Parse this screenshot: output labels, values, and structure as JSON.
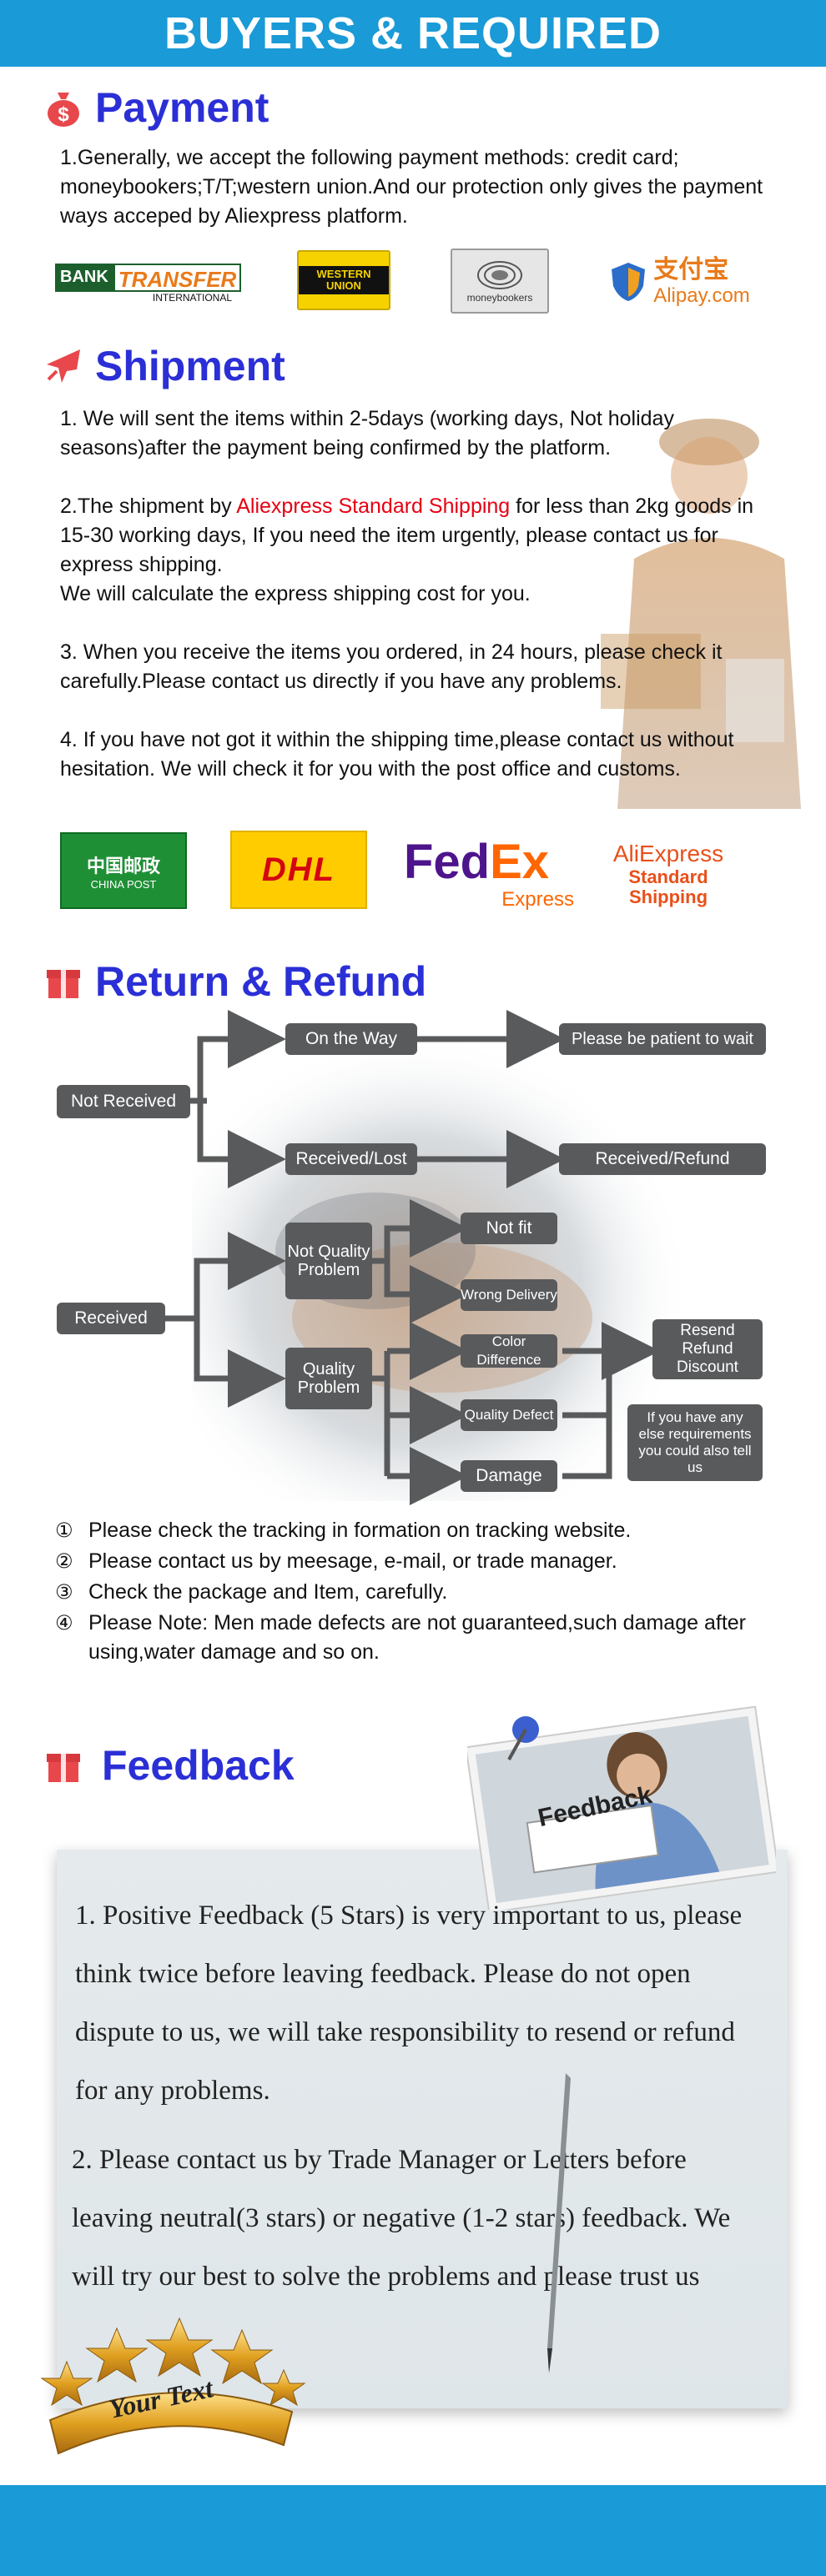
{
  "banner": {
    "title": "BUYERS & REQUIRED"
  },
  "payment": {
    "title": "Payment",
    "icon": "money-bag-icon",
    "text": "1.Generally, we accept the following payment methods: credit card; moneybookers;T/T;western union.And our protection only gives the payment ways acceped by Aliexpress platform.",
    "logos": {
      "bank_transfer": "BANK TRANSFER",
      "bank_transfer_sub": "INTERNATIONAL",
      "western_union": "WESTERN UNION",
      "moneybookers": "moneybookers",
      "alipay_cn": "支付宝",
      "alipay": "Alipay.com"
    }
  },
  "shipment": {
    "title": "Shipment",
    "icon": "airplane-icon",
    "p1": "1. We will sent the items within 2-5days (working days, Not holiday seasons)after the payment being confirmed by the platform.",
    "p2_before": "2.The shipment by ",
    "p2_highlight": "Aliexpress Standard Shipping",
    "p2_after": " for less than  2kg goods in 15-30 working days, If  you need the item urgently, please contact us for express shipping.",
    "p2_line2": "We will calculate the express shipping cost for you.",
    "p3": "3. When you receive the items you ordered, in 24 hours, please check  it carefully.Please contact us directly if you have any problems.",
    "p4": "4. If you have not got it within the shipping time,please contact us without hesitation. We will check it for you with the post office and customs.",
    "logos": {
      "china_post_cn": "中国邮政",
      "china_post": "CHINA POST",
      "dhl": "DHL",
      "fedex_fed": "Fed",
      "fedex_ex": "Ex",
      "fedex_express": "Express",
      "aliexpress": "AliExpress",
      "ali_standard": "Standard",
      "ali_shipping": "Shipping"
    }
  },
  "refund": {
    "title": "Return & Refund",
    "icon": "gift-box-icon",
    "nodes": {
      "not_received": "Not Received",
      "on_the_way": "On the Way",
      "be_patient": "Please be patient to wait",
      "received_lost": "Received/Lost",
      "received_refund": "Received/Refund",
      "received": "Received",
      "not_quality": "Not Quality Problem",
      "quality": "Quality Problem",
      "not_fit": "Not fit",
      "wrong_delivery": "Wrong Delivery",
      "color_difference": "Color Difference",
      "quality_defect": "Quality Defect",
      "damage": "Damage",
      "resend": "Resend Refund Discount",
      "other_requirements": "If you have any else requirements you could also tell us"
    },
    "notes": [
      {
        "num": "①",
        "text": "Please check the tracking in formation on tracking website."
      },
      {
        "num": "②",
        "text": "Please contact us by meesage, e-mail, or trade manager."
      },
      {
        "num": "③",
        "text": "Check the package and Item, carefully."
      },
      {
        "num": "④",
        "text": "Please Note: Men made defects  are not guaranteed,such damage after using,water damage and so on."
      }
    ]
  },
  "feedback": {
    "title": "Feedback",
    "icon": "gift-box-icon",
    "sign": "Feedback",
    "p1": "1. Positive Feedback (5 Stars) is very important to us, please think twice before leaving feedback. Please do not open dispute to us,   we will take responsibility to resend or refund for any problems.",
    "p2": "2. Please contact us by Trade Manager or Letters before leaving neutral(3 stars) or negative (1-2 stars) feedback. We will try our best to solve the problems and please trust us",
    "badge": "Your Text"
  },
  "colors": {
    "accent_blue": "#1a9ad6",
    "heading_blue": "#2b2fd6",
    "node_gray": "#595a5c",
    "highlight_red": "#e60012",
    "icon_red": "#e8474b"
  }
}
